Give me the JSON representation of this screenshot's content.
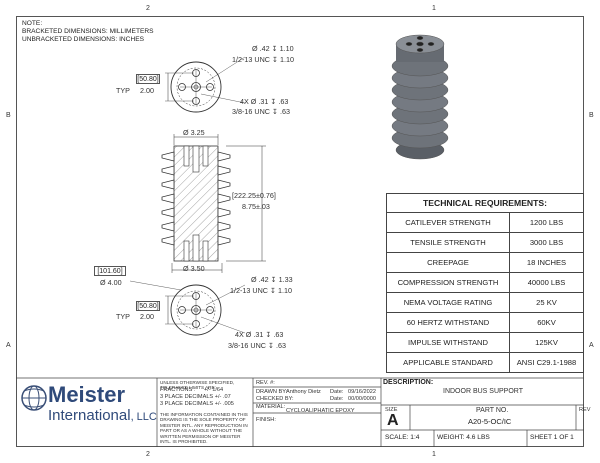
{
  "zones": {
    "top_left": "2",
    "top_right": "1",
    "left_upper": "B",
    "left_lower": "A",
    "right_upper": "B",
    "right_lower": "A",
    "bottom_left": "2",
    "bottom_right": "1"
  },
  "notes": [
    "NOTE:",
    "BRACKETED DIMENSIONS: MILLIMETERS",
    "UNBRACKETED DIMENSIONS: INCHES"
  ],
  "top_view": {
    "hole_dia": "Ø .42 ↧ 1.10",
    "thread": "1/2-13 UNC ↧ 1.10",
    "typ_mm": "[50.80]",
    "typ_label": "TYP",
    "typ_in": "2.00",
    "holes4x": "4X Ø .31 ↧ .63",
    "thread4x": "3/8-16 UNC ↧ .63"
  },
  "side_view": {
    "top_dia": "Ø 3.25",
    "height_mm": "[222.25±0.76]",
    "height_in": "8.75±.03",
    "bottom_dia": "Ø 3.50"
  },
  "bottom_view": {
    "dia_mm": "[101.60]",
    "dia_in": "Ø 4.00",
    "hole_dia": "Ø .42 ↧ 1.33",
    "thread": "1/2-13 UNC ↧ 1.10",
    "typ_mm": "[50.80]",
    "typ_label": "TYP",
    "typ_in": "2.00",
    "holes4x": "4X Ø .31 ↧ .63",
    "thread4x": "3/8-16 UNC ↧ .63"
  },
  "requirements": {
    "title": "TECHNICAL REQUIREMENTS:",
    "rows": [
      {
        "label": "CATILEVER STRENGTH",
        "value": "1200 LBS"
      },
      {
        "label": "TENSILE STRENGTH",
        "value": "3000 LBS"
      },
      {
        "label": "CREEPAGE",
        "value": "18 INCHES"
      },
      {
        "label": "COMPRESSION STRENGTH",
        "value": "40000 LBS"
      },
      {
        "label": "NEMA VOLTAGE RATING",
        "value": "25 KV"
      },
      {
        "label": "60 HERTZ WITHSTAND",
        "value": "60KV"
      },
      {
        "label": "IMPULSE WITHSTAND",
        "value": "125KV"
      },
      {
        "label": "APPLICABLE STANDARD",
        "value": "ANSI C29.1-1988"
      }
    ]
  },
  "title_block": {
    "logo_line1": "Meister",
    "logo_line2": "International",
    "logo_llc": ", LLC",
    "tolerance_header": "UNLESS OTHERWISE SPECIFIED, TOLERANCE LIMITS ARE:",
    "fractions": "FRACTIONS :",
    "fractions_val": "+/- 1/64",
    "dec3": "3 PLACE DECIMALS +/- .07",
    "dec2": "3 PLACE DECIMALS +/- .005",
    "proprietary": "THE INFORMATION CONTAINED IN THIS DRAWING IS THE SOLE PROPERTY OF MEISTER INTL. ANY REPRODUCTION IN PART OR AS A WHOLE WITHOUT THE WRITTEN PERMISSION OF MEISTER INTL. IS PROHIBITED.",
    "rev_label": "REV. #:",
    "drawn_by_label": "DRAWN BY:",
    "drawn_by": "Anthony Dietz",
    "date_label": "Date:",
    "date": "09/16/2022",
    "checked_by_label": "CHECKED BY:",
    "checked_date": "00/00/0000",
    "material_label": "MATERIAL:",
    "material": "CYCLOALIPHATIC EPOXY",
    "finish_label": "FINISH:",
    "description_label": "DESCRIPTION:",
    "description": "INDOOR BUS SUPPORT",
    "size_label": "SIZE",
    "size": "A",
    "part_no_label": "PART NO.",
    "part_no": "A20-5-OC/IC",
    "rev_col_label": "REV",
    "scale": "SCALE: 1:4",
    "weight": "WEIGHT: 4.6 LBS",
    "sheet": "SHEET 1 OF 1"
  }
}
